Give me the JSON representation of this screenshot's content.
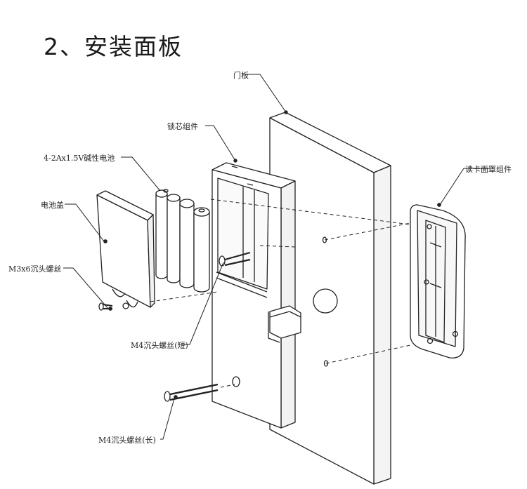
{
  "title": "2、安装面板",
  "labels": {
    "door_panel": "门板",
    "lock_core": "锁芯组件",
    "battery": "4-2Ax1.5V碱性电池",
    "reader_cover": "读卡面罩组件",
    "battery_cover": "电池盖",
    "screw_m3": "M3x6沉头螺丝",
    "screw_m4_short": "M4沉头螺丝(短)",
    "screw_m4_long": "M4沉头螺丝(长)"
  }
}
